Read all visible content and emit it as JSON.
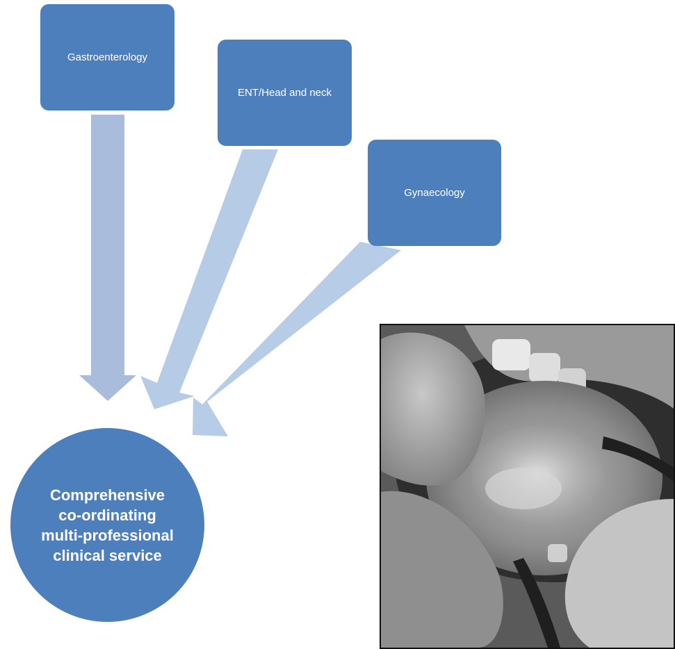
{
  "diagram": {
    "sources": [
      {
        "id": "gastro",
        "label": "Gastroenterology"
      },
      {
        "id": "ent",
        "label": "ENT/Head and neck"
      },
      {
        "id": "gyn",
        "label": "Gynaecology"
      }
    ],
    "target": {
      "label": "Comprehensive co-ordinating multi-professional clinical service"
    },
    "colors": {
      "box": "#4e7fbd",
      "arrow_1": "#a9bcdb",
      "arrow_2": "#b6cbe6",
      "arrow_3": "#b7cce7",
      "text": "#ffffff"
    }
  },
  "photo": {
    "subject": "oral-lesion-photo",
    "style": "grayscale"
  }
}
